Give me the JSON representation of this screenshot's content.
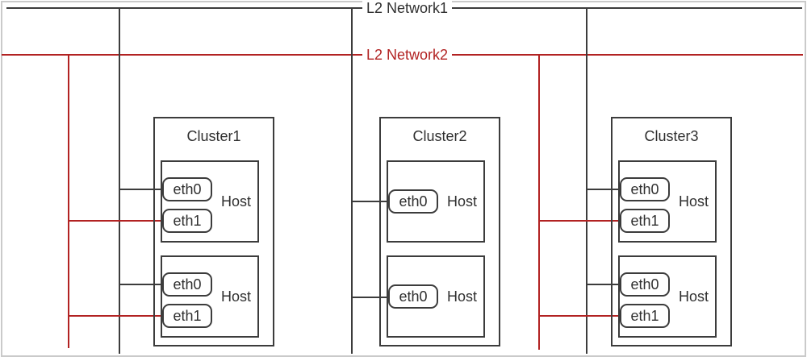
{
  "colors": {
    "network1": "#3c3c3c",
    "network2": "#b22222",
    "frame": "#cacaca"
  },
  "networks": [
    {
      "label": "L2 Network1",
      "color": "#3c3c3c"
    },
    {
      "label": "L2 Network2",
      "color": "#b22222"
    }
  ],
  "clusters": [
    {
      "label": "Cluster1",
      "hosts": [
        {
          "label": "Host",
          "interfaces": [
            {
              "label": "eth0",
              "connects_to": "L2 Network1"
            },
            {
              "label": "eth1",
              "connects_to": "L2 Network2"
            }
          ]
        },
        {
          "label": "Host",
          "interfaces": [
            {
              "label": "eth0",
              "connects_to": "L2 Network1"
            },
            {
              "label": "eth1",
              "connects_to": "L2 Network2"
            }
          ]
        }
      ]
    },
    {
      "label": "Cluster2",
      "hosts": [
        {
          "label": "Host",
          "interfaces": [
            {
              "label": "eth0",
              "connects_to": "L2 Network1"
            }
          ]
        },
        {
          "label": "Host",
          "interfaces": [
            {
              "label": "eth0",
              "connects_to": "L2 Network1"
            }
          ]
        }
      ]
    },
    {
      "label": "Cluster3",
      "hosts": [
        {
          "label": "Host",
          "interfaces": [
            {
              "label": "eth0",
              "connects_to": "L2 Network1"
            },
            {
              "label": "eth1",
              "connects_to": "L2 Network2"
            }
          ]
        },
        {
          "label": "Host",
          "interfaces": [
            {
              "label": "eth0",
              "connects_to": "L2 Network1"
            },
            {
              "label": "eth1",
              "connects_to": "L2 Network2"
            }
          ]
        }
      ]
    }
  ]
}
